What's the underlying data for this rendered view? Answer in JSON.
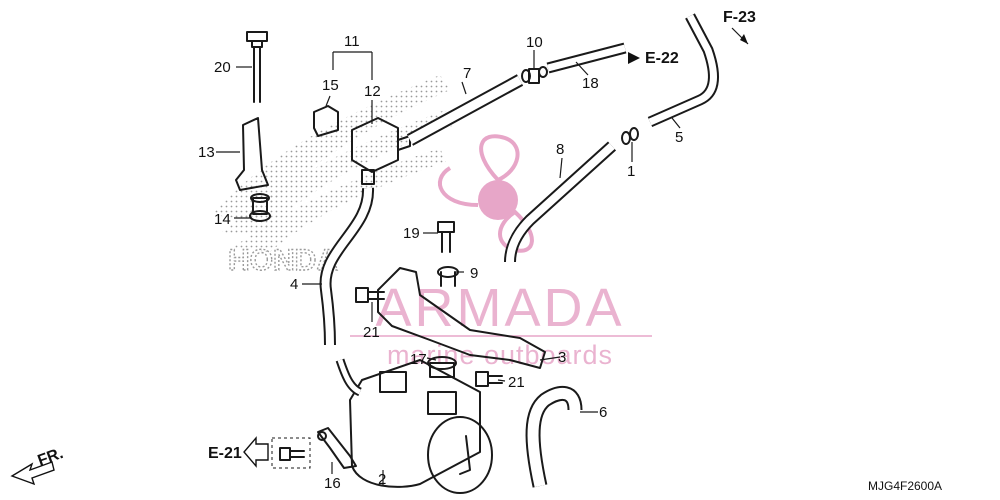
{
  "part_numbers": {
    "p1": "1",
    "p2": "2",
    "p3": "3",
    "p4": "4",
    "p5": "5",
    "p6": "6",
    "p7": "7",
    "p8": "8",
    "p9": "9",
    "p10": "10",
    "p11": "11",
    "p12": "12",
    "p13": "13",
    "p14": "14",
    "p15": "15",
    "p16": "16",
    "p17": "17",
    "p18": "18",
    "p19": "19",
    "p20": "20",
    "p21a": "21",
    "p21b": "21"
  },
  "references": {
    "f23": "F-23",
    "e22": "E-22",
    "e21": "E-21",
    "fr": "FR."
  },
  "diagram_code": "MJG4F2600A",
  "watermark": {
    "brand": "ARMADA",
    "tagline": "marine outboards",
    "color": "#e7a6c8"
  },
  "background_logo_text": "HONDA"
}
